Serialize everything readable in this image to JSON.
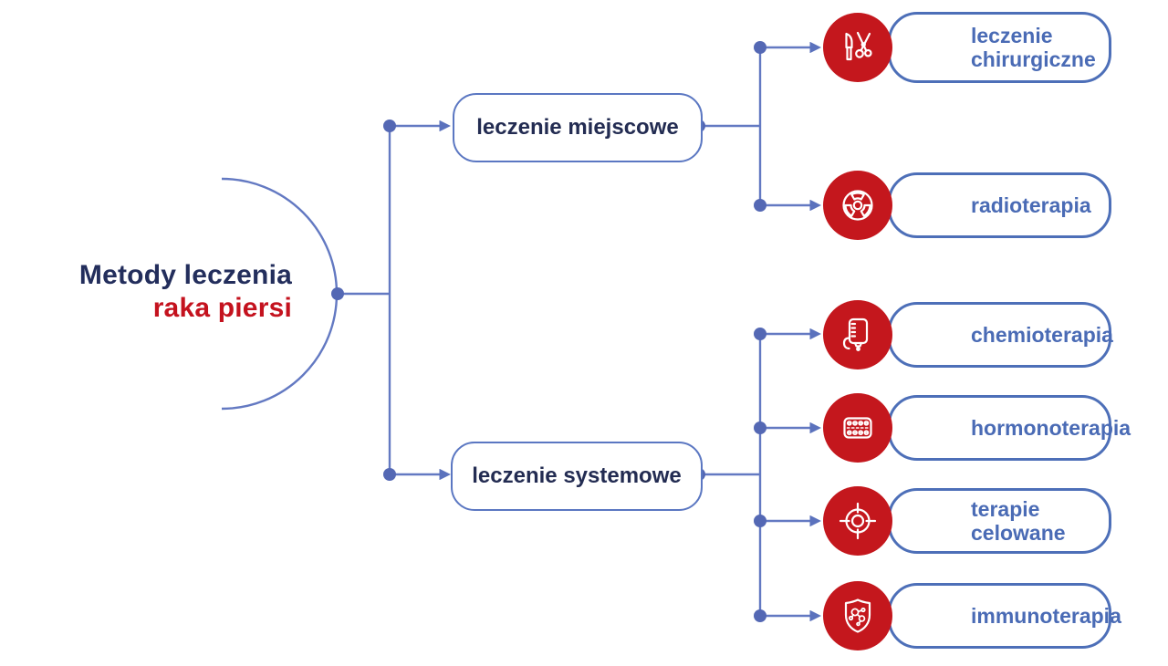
{
  "diagram": {
    "title": {
      "line1": "Metody leczenia",
      "line2": "raka piersi"
    },
    "branches": [
      {
        "label": "leczenie miejscowe",
        "children": [
          {
            "label": "leczenie chirurgiczne",
            "icon": "surgical-scalpel-scissors-icon"
          },
          {
            "label": "radioterapia",
            "icon": "radiation-icon"
          }
        ]
      },
      {
        "label": "leczenie systemowe",
        "children": [
          {
            "label": "chemioterapia",
            "icon": "iv-drip-bag-icon"
          },
          {
            "label": "hormonoterapia",
            "icon": "pill-blister-icon"
          },
          {
            "label": "terapie celowane",
            "icon": "target-crosshair-icon"
          },
          {
            "label": "immunoterapia",
            "icon": "shield-molecules-icon"
          }
        ]
      }
    ],
    "colors": {
      "connector_blue": "#6379c2",
      "dot_blue": "#5468b4",
      "leaf_border_blue": "#4d6fb8",
      "leaf_text_blue": "#4a6bb5",
      "branch_border_blue": "#5b77c2",
      "navy_text": "#232e5c",
      "badge_red": "#c4171d",
      "title_red": "#c4121e",
      "background": "#ffffff"
    }
  }
}
